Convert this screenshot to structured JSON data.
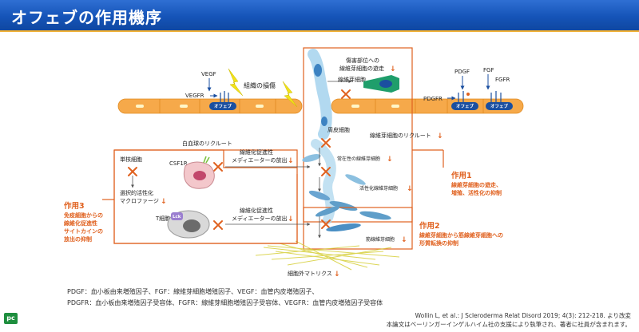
{
  "title": "オフェブの作用機序",
  "labels": {
    "vegf": "VEGF",
    "vegfr": "VEGFR",
    "tissue_injury": "組織の損傷",
    "ofev": "オフェブ",
    "migration_l1": "傷害部位への",
    "migration_l2": "線維芽細胞の遊走",
    "fibroblast": "線維芽細胞",
    "pdgf": "PDGF",
    "pdgfr": "PDGFR",
    "fgf": "FGF",
    "fgfr": "FGFR",
    "leukocyte_recruit": "白血球のリクルート",
    "pericyte": "周皮細胞",
    "fibroblast_recruit": "線維芽細胞のリクルート",
    "csf1r": "CSF1R",
    "mediator_l1": "線維化促進性",
    "mediator_l2": "メディエーターの放出",
    "monocyte": "単核細胞",
    "resident_fibroblast": "常在性の線維芽細胞",
    "activated_fibroblast": "活性化線維芽細胞",
    "macrophage_l1": "選択的活性化",
    "macrophage_l2": "マクロファージ",
    "t_cell": "T細胞",
    "lck": "Lck",
    "myofibroblast": "筋線維芽細胞",
    "ecm": "細胞外マトリクス"
  },
  "actions": {
    "action1": {
      "title": "作用1",
      "line1": "線維芽細胞の遊走、",
      "line2": "増殖、活性化の抑制"
    },
    "action2": {
      "title": "作用2",
      "line1": "線維芽細胞から筋線維芽細胞への",
      "line2": "形質転換の抑制"
    },
    "action3": {
      "title": "作用3",
      "line1": "免疫細胞からの",
      "line2": "線維化促進性",
      "line3": "サイトカインの",
      "line4": "放出の抑制"
    }
  },
  "arrow_symbol": "↓",
  "footnotes": {
    "line1": "PDGF：血小板由来増殖因子、FGF：線維芽細胞増殖因子、VEGF：血管内皮増殖因子、",
    "line2": "PDGFR：血小板由来増殖因子受容体、FGFR：線維芽細胞増殖因子受容体、VEGFR：血管内皮増殖因子受容体"
  },
  "citation": {
    "line1": "Wollin L, et al.: J Scleroderma Relat Disord 2019; 4(3): 212-218. より改変",
    "line2": "本論文はベーリンガーインゲルハイム社の支援により執筆され、著者に社員が含まれます。"
  },
  "logo_text": "pc",
  "colors": {
    "header_blue": "#1554b8",
    "accent_orange": "#e0611f",
    "vessel_orange": "#f6a94a",
    "ofev_blue": "#1b4fa0",
    "fibroblast_blue": "#5f9ec9",
    "fibroblast_green": "#1f9e6b",
    "lightning_yellow": "#f2e21b"
  }
}
